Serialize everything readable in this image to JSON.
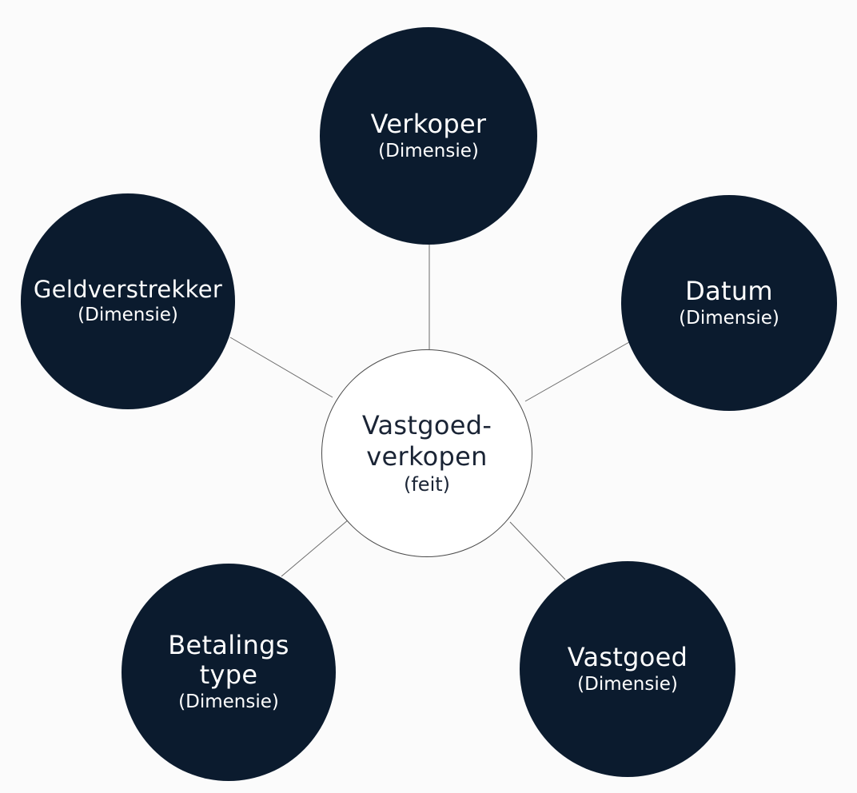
{
  "colors": {
    "background": "#fbfbfb",
    "dimension_fill": "#0b1b2e",
    "dimension_text": "#ffffff",
    "fact_fill": "#ffffff",
    "fact_text": "#1a2435",
    "connector": "#6b6b6b"
  },
  "center": {
    "name_lines": [
      "Vastgoed-",
      "verkopen"
    ],
    "kind": "(feit)"
  },
  "dimensions": [
    {
      "name": "Verkoper",
      "kind": "(Dimensie)"
    },
    {
      "name": "Datum",
      "kind": "(Dimensie)"
    },
    {
      "name": "Vastgoed",
      "kind": "(Dimensie)"
    },
    {
      "name_lines": [
        "Betalings",
        "type"
      ],
      "kind": "(Dimensie)"
    },
    {
      "name": "Geldverstrekker",
      "kind": "(Dimensie)"
    }
  ]
}
